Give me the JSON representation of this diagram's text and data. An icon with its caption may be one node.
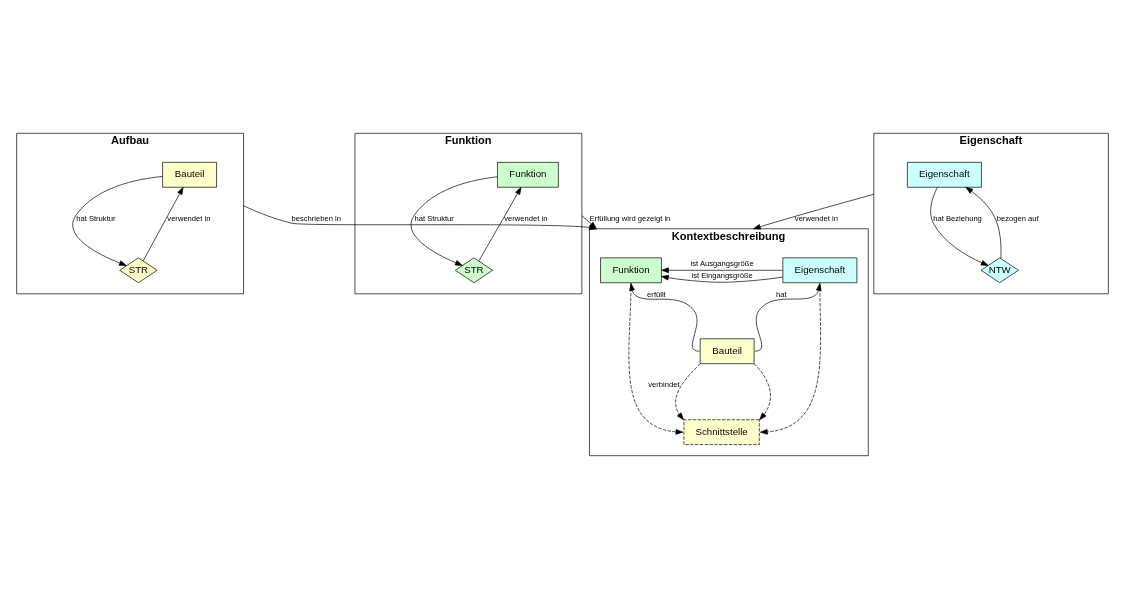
{
  "diagram": {
    "nodes": [
      {
        "text": [
          "Aufbau"
        ]
      },
      {
        "text": [
          "Bauteil"
        ],
        "in": 0
      },
      {
        "text": [
          "STR"
        ],
        "in": 0
      },
      {
        "text": [
          "Funktion"
        ]
      },
      {
        "text": [
          "Funktion"
        ],
        "in": 3
      },
      {
        "text": [
          "STR"
        ],
        "in": 3
      },
      {
        "text": [
          "Eigenschaft"
        ]
      },
      {
        "text": [
          "Eigenschaft"
        ],
        "in": 6
      },
      {
        "text": [
          "NTW"
        ],
        "in": 6
      },
      {
        "text": [
          "Kontextbeschreibung"
        ]
      },
      {
        "text": [
          "Funktion"
        ],
        "in": 9
      },
      {
        "text": [
          "Eigenschaft"
        ],
        "in": 9
      },
      {
        "text": [
          "Bauteil"
        ],
        "in": 9
      },
      {
        "text": [
          "Schnittstelle"
        ],
        "in": 9
      }
    ],
    "edges": [
      {
        "from": 1,
        "to": 2,
        "arrow": "to",
        "label": "hat Struktur"
      },
      {
        "from": 2,
        "to": 1,
        "arrow": "to",
        "label": "verwendet in"
      },
      {
        "from": 4,
        "to": 5,
        "arrow": "to",
        "label": "hat Struktur"
      },
      {
        "from": 5,
        "to": 4,
        "arrow": "to",
        "label": "verwendet in"
      },
      {
        "from": 7,
        "to": 8,
        "arrow": "to",
        "label": "hat Beziehung"
      },
      {
        "from": 8,
        "to": 7,
        "arrow": "to",
        "label": "bezogen auf"
      },
      {
        "from": 0,
        "to": 9,
        "arrow": "to",
        "label": "beschrieben in"
      },
      {
        "from": 3,
        "to": 9,
        "arrow": "to",
        "label": "Erfüllung wird gezeigt in"
      },
      {
        "from": 6,
        "to": 9,
        "arrow": "to",
        "label": "verwendet in"
      },
      {
        "from": 11,
        "to": 10,
        "arrow": "to",
        "label": "ist Eingangsgröße"
      },
      {
        "from": 11,
        "to": 10,
        "arrow": "to",
        "label": "ist Ausgangsgröße"
      },
      {
        "from": 12,
        "to": 10,
        "arrow": "to",
        "label": "erfüllt"
      },
      {
        "from": 12,
        "to": 11,
        "arrow": "to",
        "label": "hat"
      },
      {
        "from": 12,
        "to": 13,
        "arrow": "to",
        "label": "verbindet",
        "style": "dashed"
      },
      {
        "from": 12,
        "to": 13,
        "arrow": "to",
        "style": "dashed"
      },
      {
        "from": 10,
        "to": 13,
        "arrow": "to",
        "style": "dashed"
      },
      {
        "from": 11,
        "to": 13,
        "arrow": "to",
        "style": "dashed"
      }
    ]
  }
}
